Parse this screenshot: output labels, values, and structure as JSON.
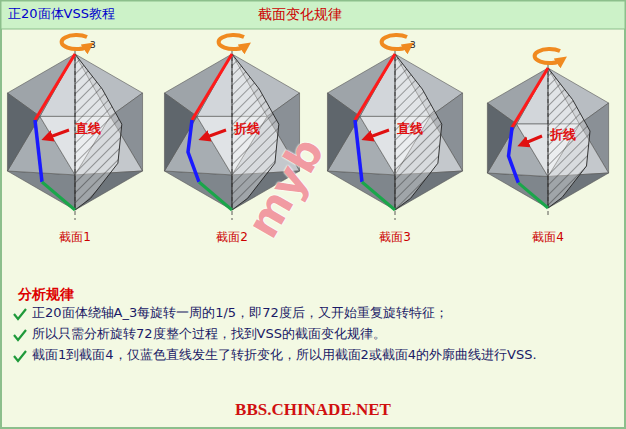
{
  "diagram": {
    "title": "截面变化规律",
    "labels": [
      "正20面体VSS教程",
      "3",
      "直线",
      "折线",
      "3",
      "直线",
      "折线",
      "截面1",
      "截面2",
      "截面3",
      "截面4",
      "myb",
      "分析规律",
      "正20面体绕轴A_3每旋转一周的1/5，即72度后，又开始重复旋转特征；",
      "所以只需分析旋转72度整个过程，找到VSS的截面变化规律。",
      "截面1到截面4，仅蓝色直线发生了转折变化，所以用截面2或截面4的外廓曲线进行VSS.",
      "BBS.CHINADE.NET"
    ]
  }
}
